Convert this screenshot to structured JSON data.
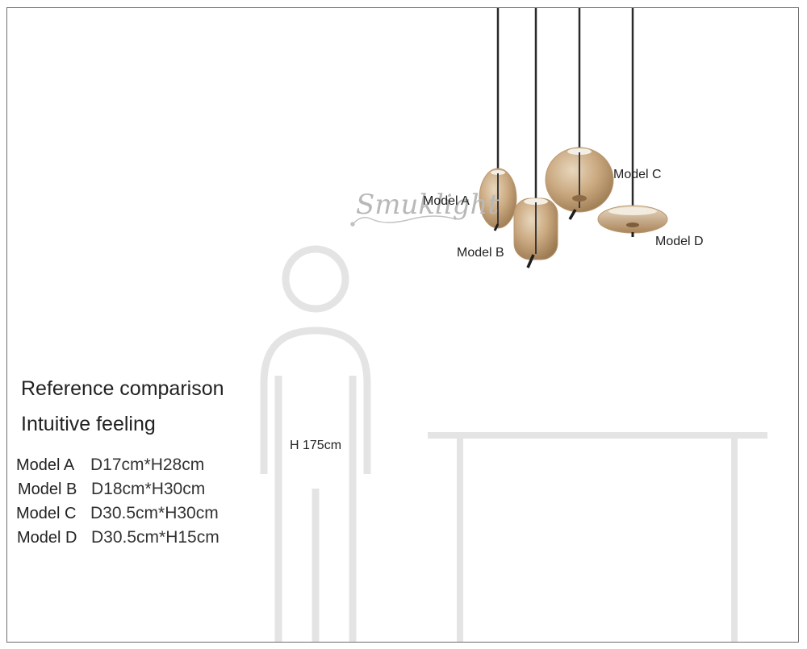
{
  "watermark": {
    "brand": "Smuklight"
  },
  "person": {
    "height_label": "H 175cm"
  },
  "lamps": [
    {
      "id": "A",
      "label": "Model A"
    },
    {
      "id": "B",
      "label": "Model B"
    },
    {
      "id": "C",
      "label": "Model C"
    },
    {
      "id": "D",
      "label": "Model D"
    }
  ],
  "headings": {
    "line1": "Reference comparison",
    "line2": "Intuitive feeling"
  },
  "specs": [
    {
      "model": "Model A",
      "dims": "D17cm*H28cm"
    },
    {
      "model": "Model B",
      "dims": "D18cm*H30cm"
    },
    {
      "model": "Model C",
      "dims": "D30.5cm*H30cm"
    },
    {
      "model": "Model D",
      "dims": "D30.5cm*H15cm"
    }
  ],
  "colors": {
    "outline": "#e4e4e4",
    "glass": "#c9a77e",
    "cord": "#2a2a2a"
  }
}
